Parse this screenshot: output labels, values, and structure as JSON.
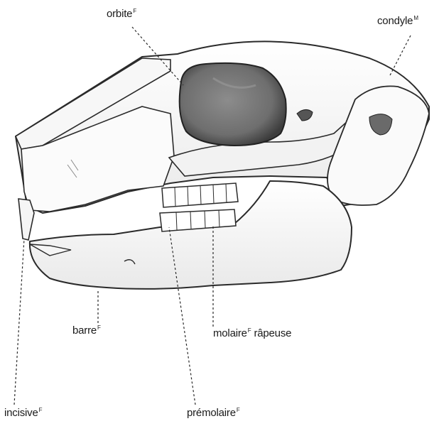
{
  "labels": {
    "orbite": {
      "text": "orbite",
      "sup": "F"
    },
    "condyle": {
      "text": "condyle",
      "sup": "M"
    },
    "barre": {
      "text": "barre",
      "sup": "F"
    },
    "molaire": {
      "text": "molaire",
      "sup": "F",
      "suffix": " râpeuse"
    },
    "incisive": {
      "text": "incisive",
      "sup": "F"
    },
    "premolaire": {
      "text": "prémolaire",
      "sup": "F"
    }
  },
  "colors": {
    "outline": "#2a2a2a",
    "bone": "#ffffff",
    "orbit_fill": "#7a7a7a",
    "shadow": "#9a9a9a",
    "text": "#1a1a1a"
  }
}
